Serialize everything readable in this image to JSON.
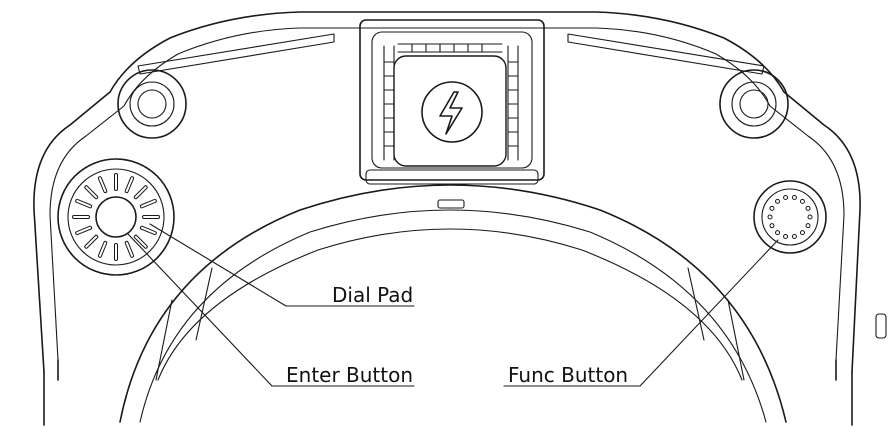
{
  "labels": {
    "dial_pad": "Dial Pad",
    "enter_button": "Enter Button",
    "func_button": "Func Button"
  },
  "icons": {
    "center_badge": "lightning-bolt-icon"
  },
  "colors": {
    "line": "#1a1a1a",
    "background": "#ffffff"
  }
}
